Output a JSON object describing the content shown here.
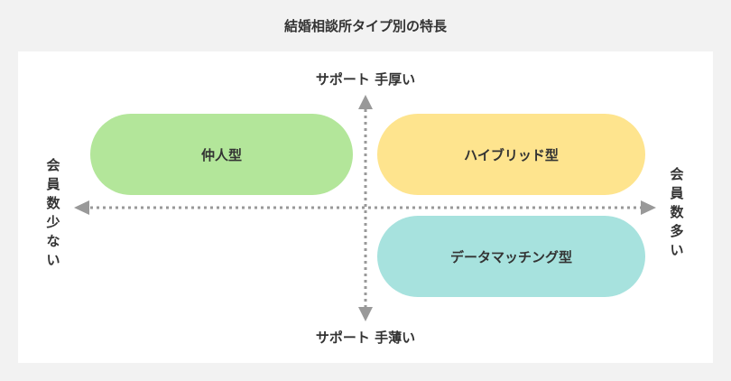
{
  "title": "結婚相談所タイプ別の特長",
  "axes": {
    "top": "サポート 手厚い",
    "bottom": "サポート 手薄い",
    "left": "会員数少ない",
    "right": "会員数多い"
  },
  "quadrants": {
    "nakodo": "仲人型",
    "hybrid": "ハイブリッド型",
    "data_matching": "データマッチング型"
  },
  "colors": {
    "nakodo": "#b3e69a",
    "hybrid": "#fee48e",
    "data_matching": "#a7e2de",
    "axis": "#999999"
  }
}
